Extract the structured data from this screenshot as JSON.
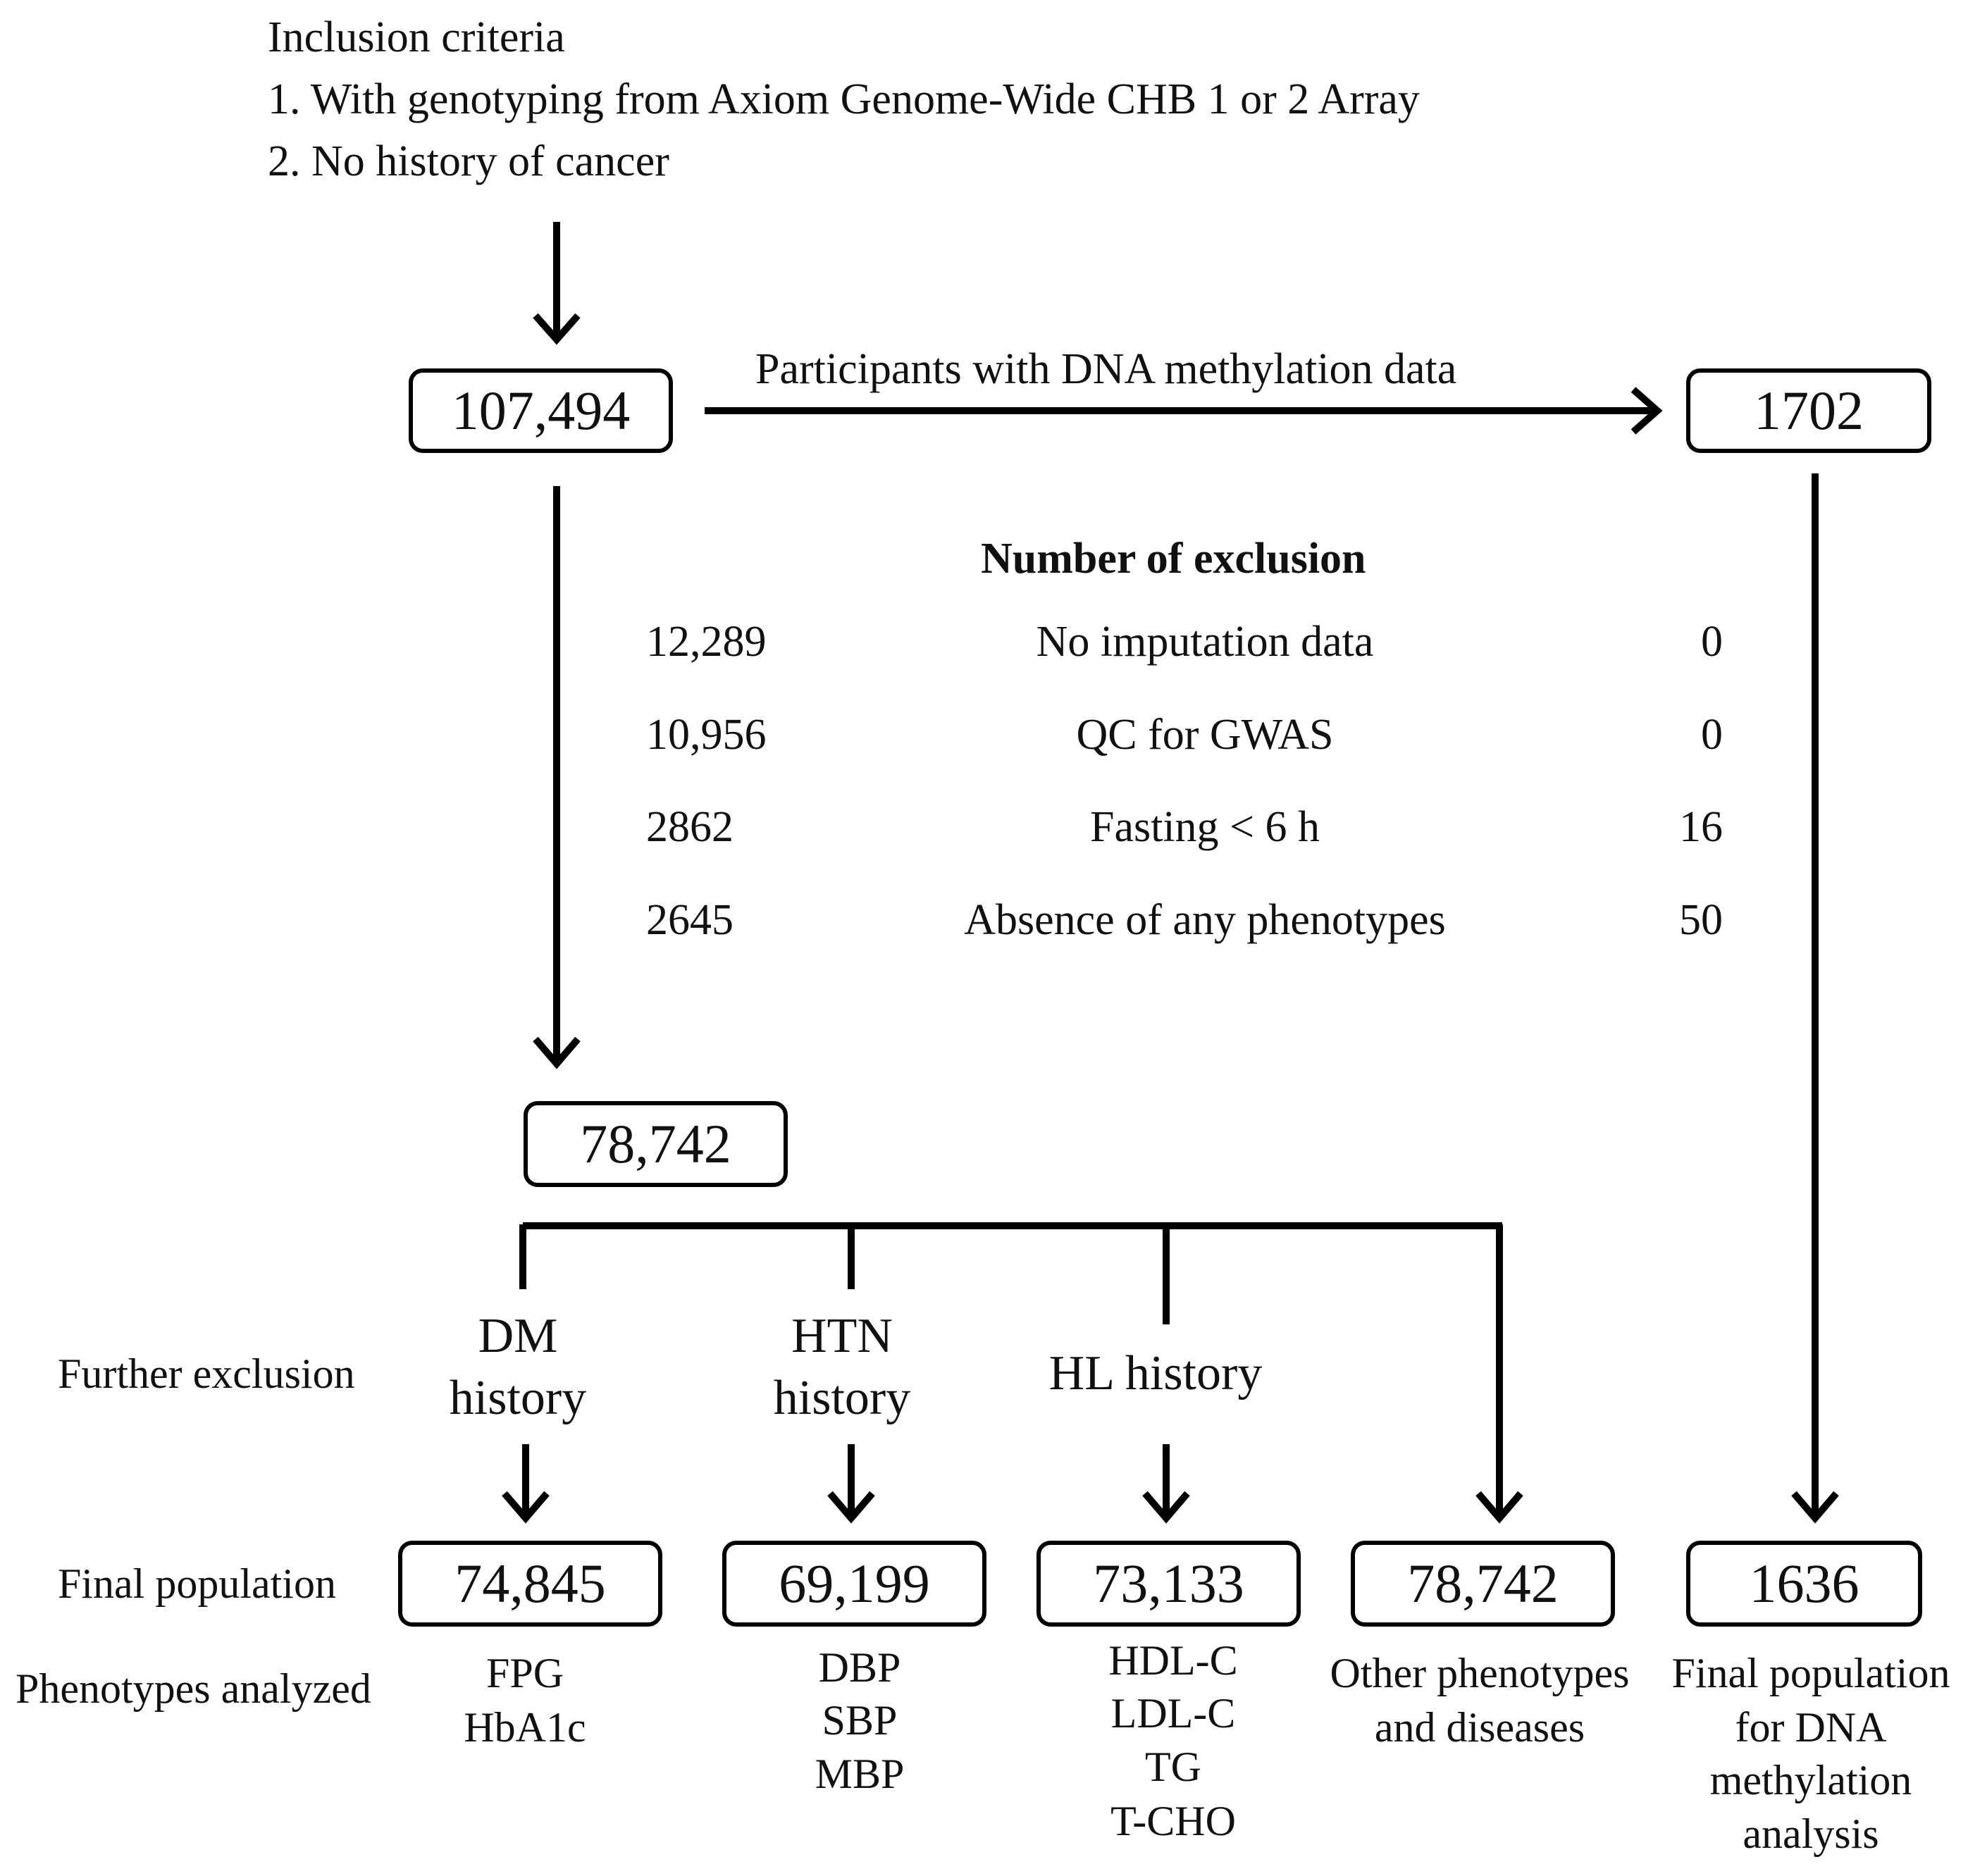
{
  "inclusion": {
    "title": "Inclusion criteria",
    "criterion_1": "1. With genotyping from Axiom Genome-Wide CHB 1 or 2 Array",
    "criterion_2": "2. No history of cancer"
  },
  "boxes": {
    "initial": "107,494",
    "methylation": "1702",
    "after_exclusion": "78,742",
    "final_dm": "74,845",
    "final_htn": "69,199",
    "final_hl": "73,133",
    "final_other": "78,742",
    "final_methylation": "1636"
  },
  "methylation_arrow_label": "Participants with DNA methylation data",
  "exclusion": {
    "heading": "Number of exclusion",
    "rows": [
      {
        "left": "12,289",
        "reason": "No imputation data",
        "right": "0"
      },
      {
        "left": "10,956",
        "reason": "QC for GWAS",
        "right": "0"
      },
      {
        "left": "2862",
        "reason": "Fasting < 6 h",
        "right": "16"
      },
      {
        "left": "2645",
        "reason": "Absence of any phenotypes",
        "right": "50"
      }
    ]
  },
  "row_labels": {
    "further_exclusion": "Further exclusion",
    "final_population": "Final population",
    "phenotypes_analyzed": "Phenotypes analyzed"
  },
  "further_exclusion": {
    "dm": [
      "DM",
      "history"
    ],
    "htn": [
      "HTN",
      "history"
    ],
    "hl": "HL history"
  },
  "phenotypes": {
    "dm": [
      "FPG",
      "HbA1c"
    ],
    "htn": [
      "DBP",
      "SBP",
      "MBP"
    ],
    "hl": [
      "HDL-C",
      "LDL-C",
      "TG",
      "T-CHO"
    ],
    "other": [
      "Other phenotypes",
      "and diseases"
    ],
    "methylation": [
      "Final population",
      "for DNA",
      "methylation",
      "analysis"
    ]
  }
}
